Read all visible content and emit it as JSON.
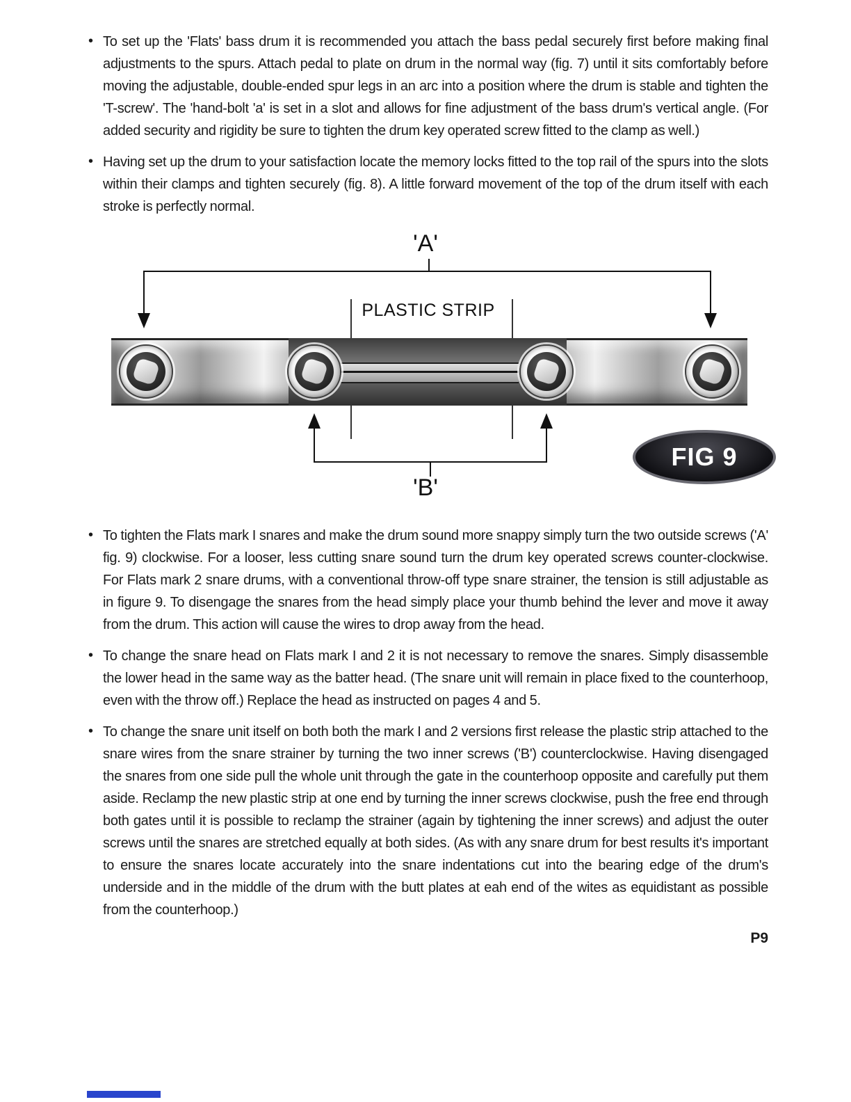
{
  "document": {
    "bullet_char": "•",
    "page_number": "P9"
  },
  "bullets": [
    {
      "text": "To set up the 'Flats' bass drum it is recommended you attach the bass pedal securely first before making final adjustments to the spurs. Attach pedal to plate on drum in the normal way (fig. 7) until it sits comfortably before moving the adjustable, double-ended spur legs in an arc into a position where the drum is stable and tighten the 'T-screw'. The 'hand-bolt 'a' is set in a slot and allows for fine adjustment of the bass drum's vertical angle. (For added security and rigidity be sure to tighten the drum key operated screw fitted to the clamp as well.)"
    },
    {
      "text": "Having set up the drum to your satisfaction locate the memory locks fitted to the top rail of the spurs into the slots within their clamps and tighten securely (fig. 8). A little forward movement of the top of the drum itself with each stroke is perfectly normal."
    },
    {
      "text": "To tighten the Flats mark I snares and make the drum sound more snappy simply turn the two outside screws ('A' fig. 9) clockwise. For a looser, less cutting snare sound turn the drum key operated screws counter-clockwise. For Flats mark 2 snare drums, with a conventional throw-off type snare strainer, the tension is still adjustable as in figure 9. To disengage the snares from the head simply place your thumb behind the lever and move it away from the drum. This action will cause the wires to drop away from the head."
    },
    {
      "text": "To change the snare head on Flats mark I and 2 it is not necessary to remove the snares. Simply disassemble the lower head in the same way as the batter head. (The snare unit will remain in place fixed to the counterhoop, even with the throw off.) Replace the head as instructed on pages 4 and 5."
    },
    {
      "text": "To change the snare unit itself on both both the mark I and 2 versions first release the plastic strip attached to the snare wires from the snare strainer by turning the two inner screws ('B') counterclockwise. Having disengaged the snares from one side pull the whole unit through the gate in the counterhoop opposite and carefully put them aside. Reclamp the new plastic strip at one end by turning the inner screws clockwise, push the free end through both gates until it is possible to reclamp the strainer (again by tightening the inner screws) and adjust the outer screws until the snares are stretched equally at both sides. (As with any snare drum for best results it's important to ensure the snares locate accurately into the snare indentations cut into the bearing edge of the drum's underside and in the middle of the drum with the butt plates at eah end of the wites as equidistant as possible from the counterhoop.)"
    }
  ],
  "figure": {
    "label_a": "'A'",
    "label_b": "'B'",
    "plastic_strip": "PLASTIC STRIP",
    "caption": "FIG 9"
  },
  "colors": {
    "accent_blue": "#2945cc",
    "badge_fill": "#101014",
    "text": "#1b1b1b"
  }
}
